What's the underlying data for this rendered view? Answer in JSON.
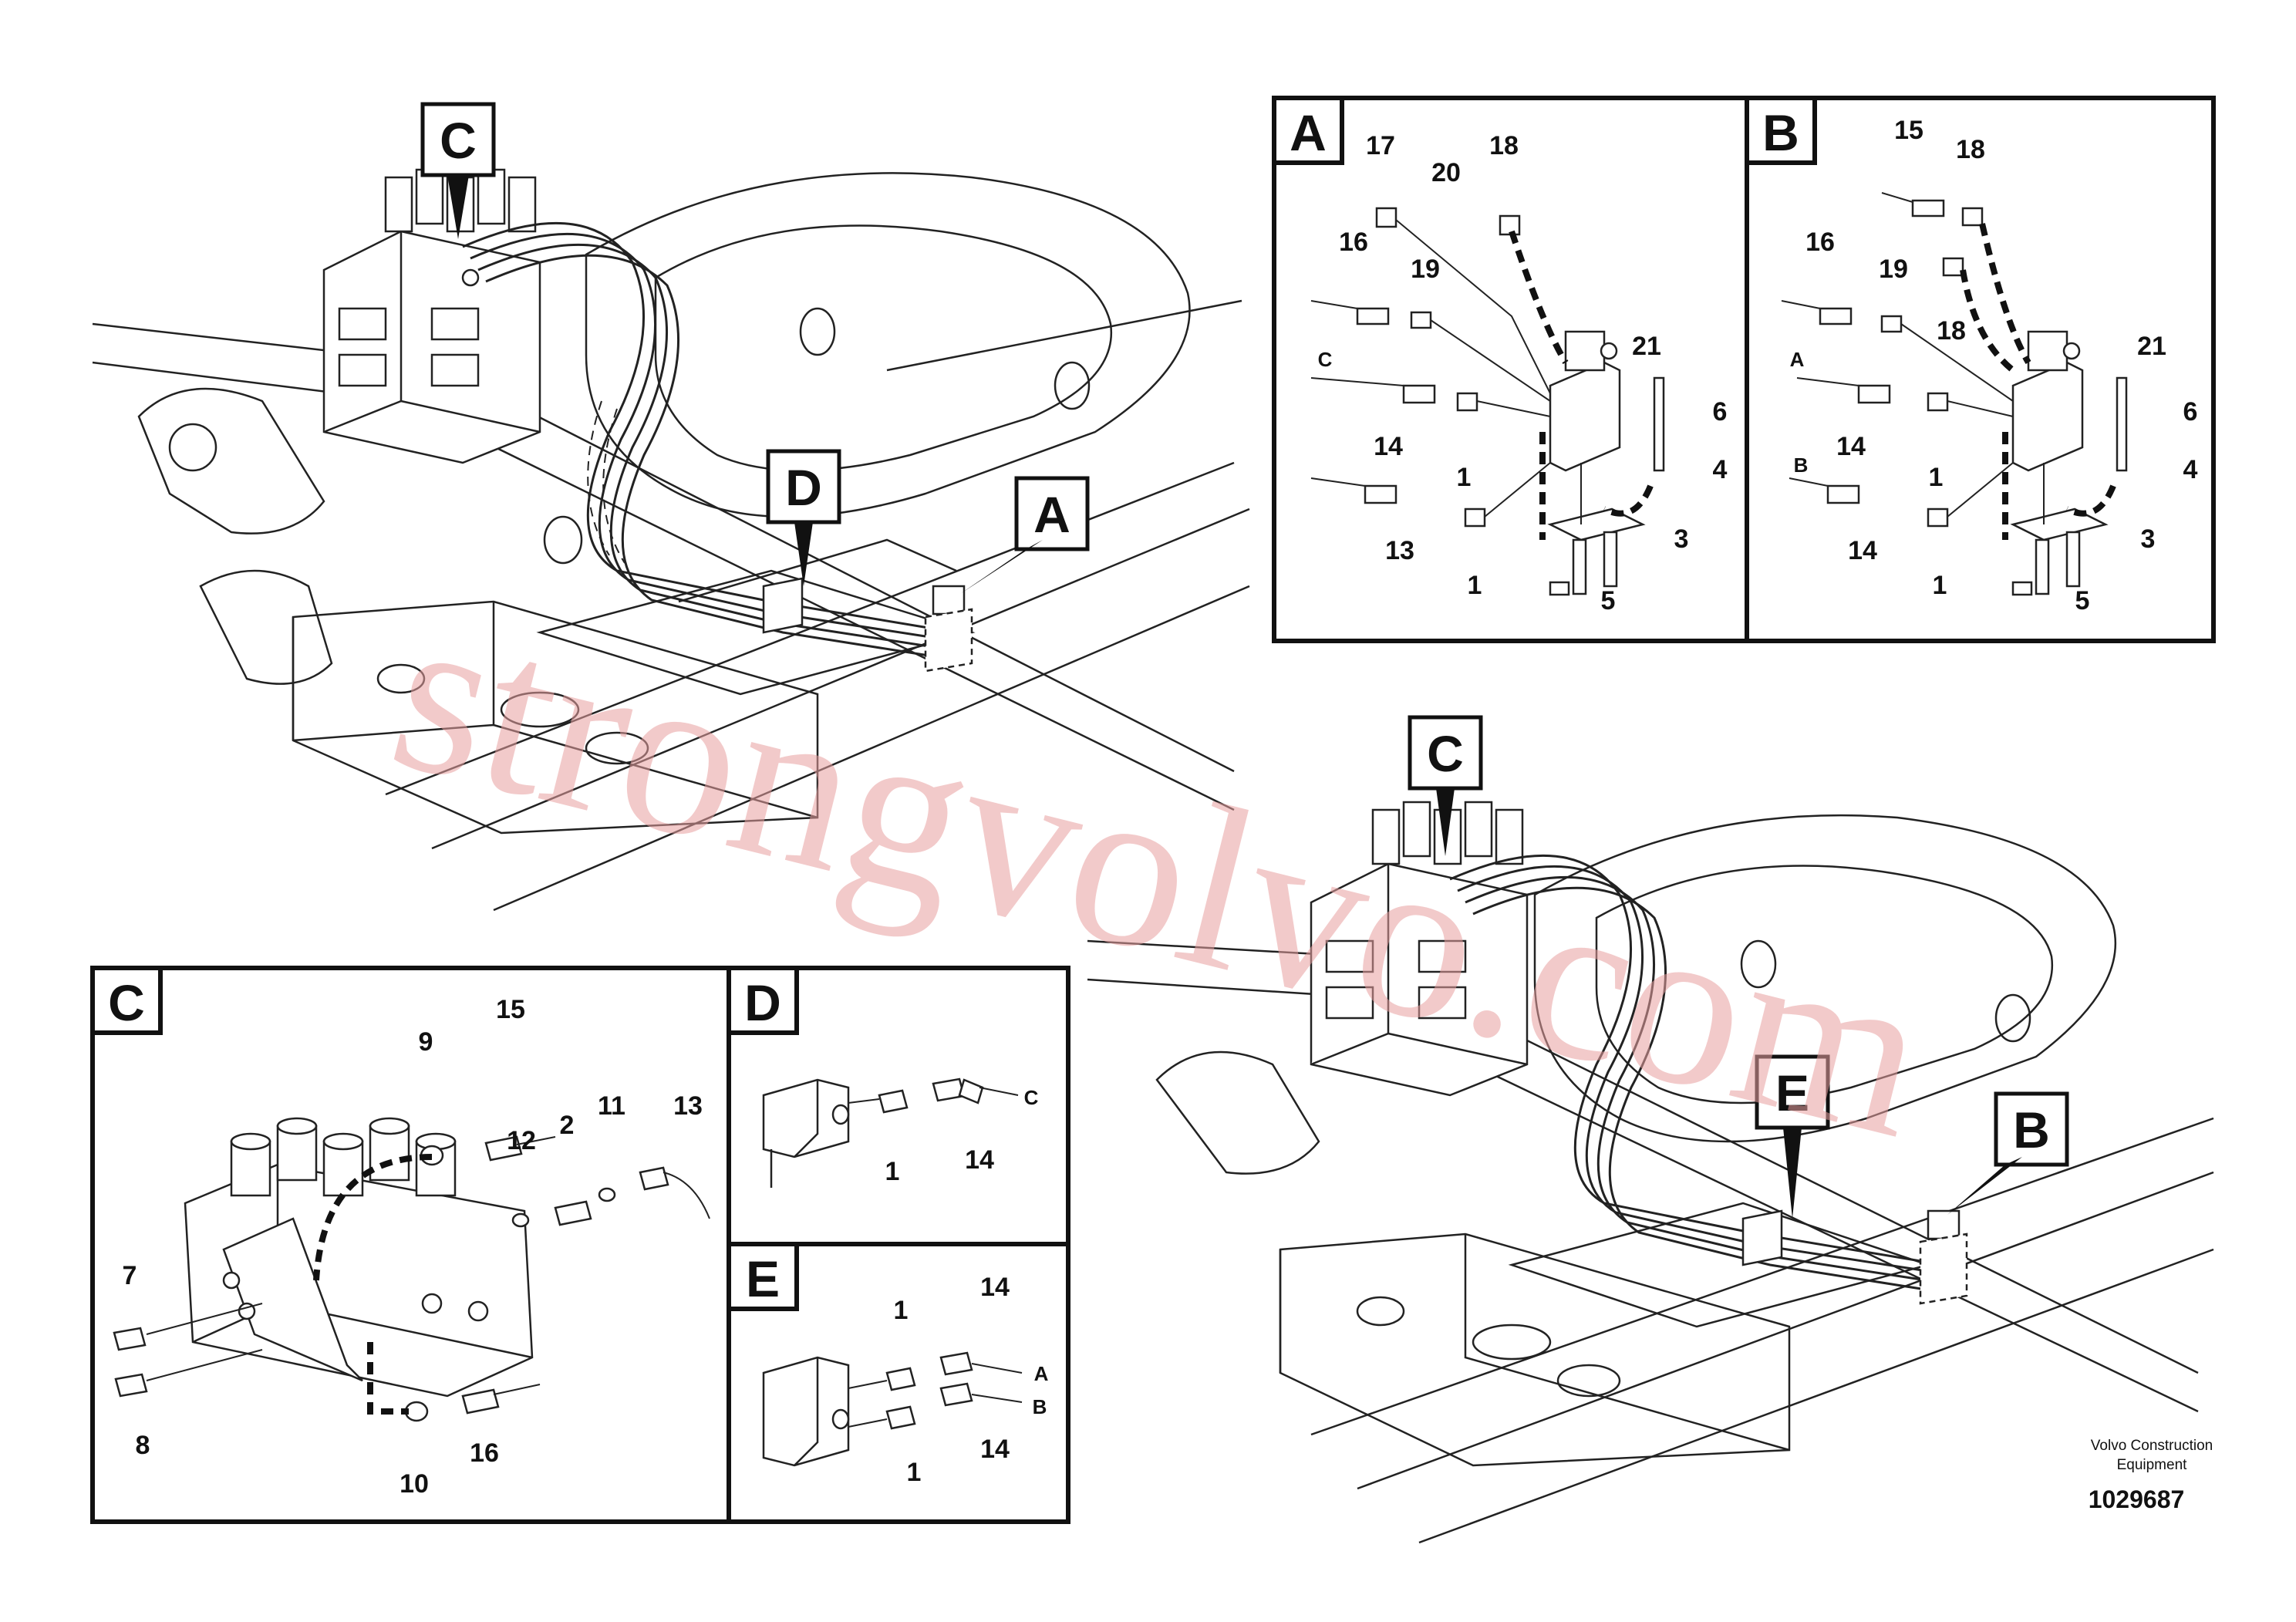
{
  "callouts": {
    "top_c": "C",
    "top_d": "D",
    "top_a": "A",
    "right_c": "C",
    "right_e": "E",
    "right_b": "B"
  },
  "detail_a": {
    "title": "A",
    "labels": [
      "17",
      "20",
      "18",
      "16",
      "19",
      "21",
      "C",
      "14",
      "1",
      "6",
      "4",
      "13",
      "1",
      "3",
      "5"
    ]
  },
  "detail_b": {
    "title": "B",
    "labels": [
      "15",
      "18",
      "16",
      "19",
      "18",
      "21",
      "A",
      "14",
      "1",
      "6",
      "4",
      "B",
      "14",
      "1",
      "3",
      "5"
    ]
  },
  "detail_c": {
    "title": "C",
    "labels": [
      "15",
      "9",
      "2",
      "11",
      "13",
      "12",
      "7",
      "8",
      "10",
      "16"
    ]
  },
  "detail_d": {
    "title": "D",
    "labels": [
      "C",
      "1",
      "14"
    ]
  },
  "detail_e": {
    "title": "E",
    "labels": [
      "1",
      "14",
      "A",
      "B",
      "1",
      "14"
    ]
  },
  "watermark": "strongvolvo.com",
  "footer": {
    "company_line1": "Volvo Construction",
    "company_line2": "Equipment",
    "code": "1029687"
  }
}
